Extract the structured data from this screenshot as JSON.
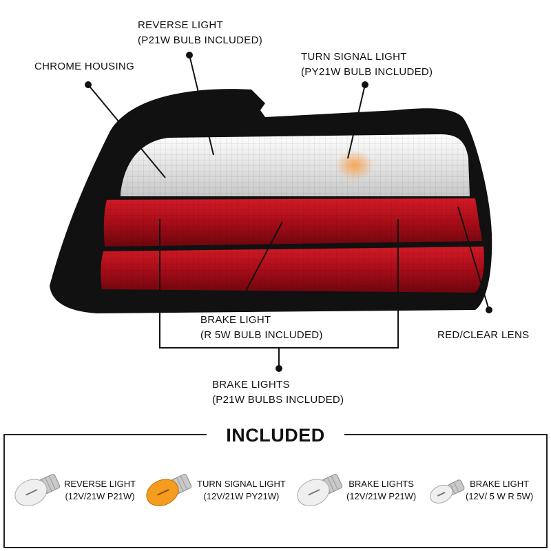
{
  "callouts": {
    "reverse_light": [
      "REVERSE LIGHT",
      "(P21W BULB INCLUDED)"
    ],
    "turn_signal": [
      "TURN SIGNAL LIGHT",
      "(PY21W BULB INCLUDED)"
    ],
    "chrome_housing": "CHROME HOUSING",
    "brake_light": [
      "BRAKE LIGHT",
      "(R 5W BULB INCLUDED)"
    ],
    "red_clear_lens": "RED/CLEAR LENS",
    "brake_lights": [
      "BRAKE LIGHTS",
      "(P21W BULBS INCLUDED)"
    ]
  },
  "included": {
    "title": "INCLUDED",
    "bulbs": [
      {
        "name": "REVERSE LIGHT",
        "spec": "(12V/21W P21W)",
        "color": "#e8e8e8",
        "icon": "clear-bulb-icon"
      },
      {
        "name": "TURN SIGNAL LIGHT",
        "spec": "(12V/21W PY21W)",
        "color": "#f39c1e",
        "icon": "amber-bulb-icon"
      },
      {
        "name": "BRAKE LIGHTS",
        "spec": "(12V/21W P21W)",
        "color": "#e8e8e8",
        "icon": "clear-bulb-icon"
      },
      {
        "name": "BRAKE LIGHT",
        "spec": "(12V/ 5 W R 5W)",
        "color": "#e8e8e8",
        "icon": "small-clear-bulb-icon"
      }
    ]
  },
  "colors": {
    "housing": "#111111",
    "red_lens": "#b0101c",
    "clear_lens": "#e6e6e6",
    "amber": "#f0a040"
  }
}
